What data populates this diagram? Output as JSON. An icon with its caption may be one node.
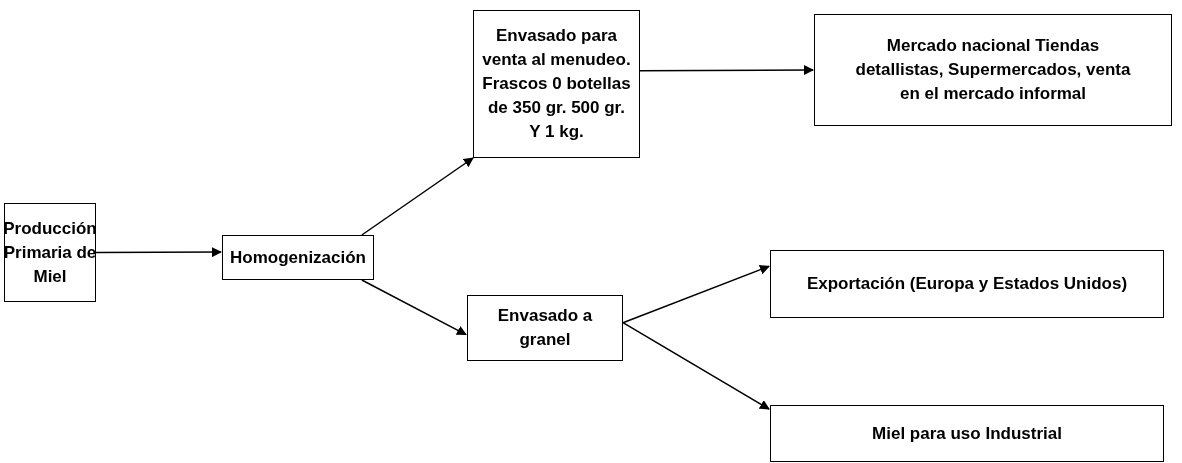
{
  "diagram": {
    "nodes": [
      {
        "text": [
          "Producción Primaria de Miel"
        ]
      },
      {
        "text": [
          "Homogenización"
        ]
      },
      {
        "text": [
          "Envasado para venta al menudeo. Frascos 0 botellas de 350 gr. 500 gr. Y 1 kg."
        ]
      },
      {
        "text": [
          "Mercado nacional Tiendas detallistas, Supermercados, venta en el mercado informal"
        ]
      },
      {
        "text": [
          "Envasado a granel"
        ]
      },
      {
        "text": [
          "Exportación (Europa y Estados Unidos)"
        ]
      },
      {
        "text": [
          "Miel para uso Industrial"
        ]
      }
    ],
    "edges": [
      {
        "from": 0,
        "to": 1,
        "arrow": "to"
      },
      {
        "from": 1,
        "to": 2,
        "arrow": "to"
      },
      {
        "from": 1,
        "to": 4,
        "arrow": "to"
      },
      {
        "from": 2,
        "to": 3,
        "arrow": "to"
      },
      {
        "from": 4,
        "to": 5,
        "arrow": "to"
      },
      {
        "from": 4,
        "to": 6,
        "arrow": "to"
      }
    ]
  }
}
